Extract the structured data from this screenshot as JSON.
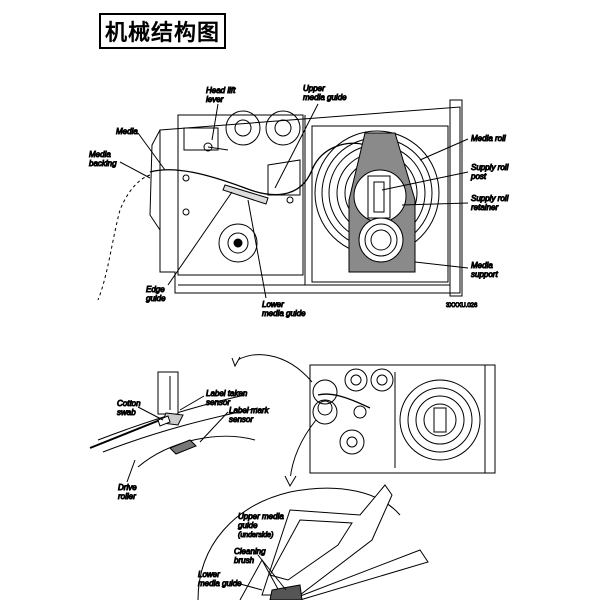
{
  "title": "机械结构图",
  "diagram_top": {
    "labels": {
      "head_lift_lever": [
        "Head lift",
        "lever"
      ],
      "upper_media_guide": [
        "Upper",
        "media guide"
      ],
      "media": "Media",
      "media_backing": [
        "Media",
        "backing"
      ],
      "media_roll": "Media roll",
      "supply_roll_post": [
        "Supply roll",
        "post"
      ],
      "supply_roll_retainer": [
        "Supply roll",
        "retainer"
      ],
      "media_support": [
        "Media",
        "support"
      ],
      "edge_guide": [
        "Edge",
        "guide"
      ],
      "lower_media_guide": [
        "Lower",
        "media guide"
      ]
    },
    "figure_code": "3XXXU.026"
  },
  "diagram_bottom": {
    "labels": {
      "cotton_swab": [
        "Cotton",
        "swab"
      ],
      "label_taken_sensor": [
        "Label taken",
        "sensor"
      ],
      "label_mark_sensor": [
        "Label mark",
        "sensor"
      ],
      "drive_roller": [
        "Drive",
        "roller"
      ],
      "upper_media_guide_underside": [
        "Upper media",
        "guide",
        "(underside)"
      ],
      "cleaning_brush": [
        "Cleaning",
        "brush"
      ],
      "lower_media_guide": [
        "Lower",
        "media guide"
      ]
    }
  }
}
